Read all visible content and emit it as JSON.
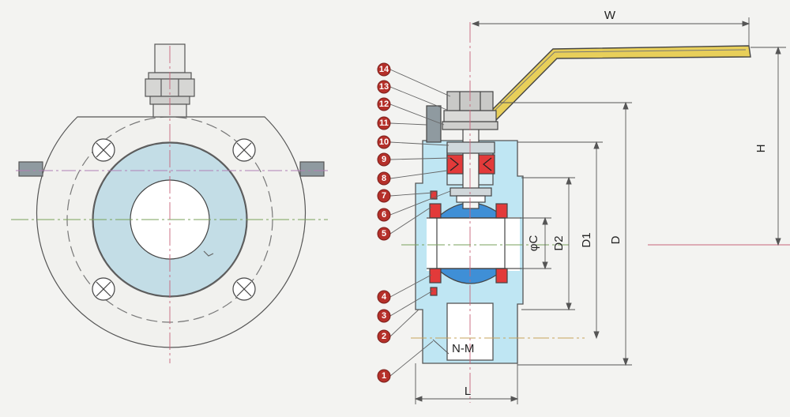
{
  "colors": {
    "background": "#f3f3f1",
    "body_fill": "#bfe6f3",
    "seat_red": "#e23a3a",
    "ball_blue": "#3f8fd6",
    "callout_fill": "#b5302a",
    "outline": "#555555"
  },
  "dimensions": {
    "w": "W",
    "h": "H",
    "phi_c": "φC",
    "d2": "D2",
    "d1": "D1",
    "d": "D",
    "nm": "N-M",
    "l": "L"
  },
  "callouts": [
    {
      "n": "1"
    },
    {
      "n": "2"
    },
    {
      "n": "3"
    },
    {
      "n": "4"
    },
    {
      "n": "5"
    },
    {
      "n": "6"
    },
    {
      "n": "7"
    },
    {
      "n": "8"
    },
    {
      "n": "9"
    },
    {
      "n": "10"
    },
    {
      "n": "11"
    },
    {
      "n": "12"
    },
    {
      "n": "13"
    },
    {
      "n": "14"
    }
  ]
}
